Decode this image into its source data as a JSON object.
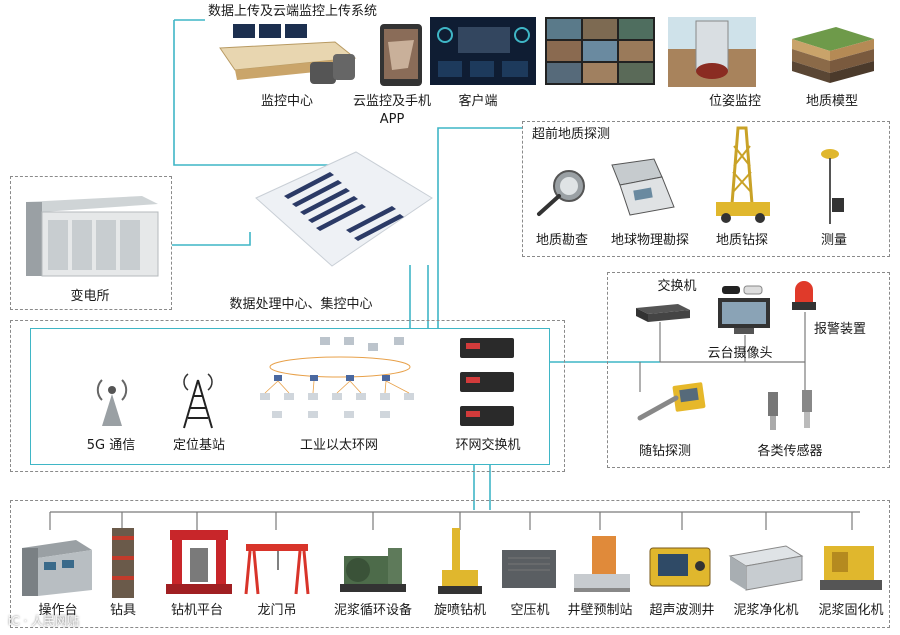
{
  "colors": {
    "link": "#3fb6c6",
    "dash": "#8a8a8a",
    "gray_line": "#7a7a7a",
    "screen_dark": "#142236",
    "rack": "#2b3a66"
  },
  "top": {
    "title": "数据上传及云端监控上传系统",
    "items": [
      {
        "label": "监控中心",
        "icon": "control-desk-icon"
      },
      {
        "label": "云监控及手机",
        "label2": "APP",
        "icon": "tablet-icon"
      },
      {
        "label": "客户端",
        "icon": "dashboard-screen-icon"
      },
      {
        "label": "",
        "icon": "video-wall-icon"
      },
      {
        "label": "位姿监控",
        "icon": "borehole-pose-icon"
      },
      {
        "label": "地质模型",
        "icon": "geology-model-icon"
      }
    ]
  },
  "substation": {
    "label": "变电所",
    "icon": "substation-icon"
  },
  "datacenter": {
    "label": "数据处理中心、集控中心",
    "icon": "server-room-icon"
  },
  "geo": {
    "title": "超前地质探测",
    "items": [
      {
        "label": "地质勘查",
        "icon": "compass-icon"
      },
      {
        "label": "地球物理勘探",
        "icon": "geophysics-instrument-icon"
      },
      {
        "label": "地质钻探",
        "icon": "drill-rig-icon"
      },
      {
        "label": "测量",
        "icon": "gnss-survey-icon"
      }
    ]
  },
  "network": {
    "items": [
      {
        "label": "5G 通信",
        "icon": "5g-antenna-icon"
      },
      {
        "label": "定位基站",
        "icon": "radio-tower-icon"
      },
      {
        "label": "工业以太环网",
        "icon": "ethernet-ring-diagram-icon"
      },
      {
        "label": "环网交换机",
        "icon": "ring-switch-icon"
      }
    ]
  },
  "devices": {
    "items": [
      {
        "label": "交换机",
        "icon": "network-switch-icon"
      },
      {
        "label": "云台摄像头",
        "icon": "ptz-camera-icon"
      },
      {
        "label": "报警装置",
        "icon": "alarm-light-icon"
      },
      {
        "label": "随钻探测",
        "icon": "mwd-probe-icon"
      },
      {
        "label": "各类传感器",
        "icon": "sensor-icon"
      }
    ]
  },
  "equipment": {
    "items": [
      {
        "label": "操作台",
        "icon": "console-icon"
      },
      {
        "label": "钻具",
        "icon": "drill-tool-icon"
      },
      {
        "label": "钻机平台",
        "icon": "drill-platform-icon"
      },
      {
        "label": "龙门吊",
        "icon": "gantry-crane-icon"
      },
      {
        "label": "泥浆循环设备",
        "icon": "mud-pump-icon"
      },
      {
        "label": "旋喷钻机",
        "icon": "jet-grouting-rig-icon"
      },
      {
        "label": "空压机",
        "icon": "air-compressor-icon"
      },
      {
        "label": "井壁预制站",
        "icon": "prefab-station-icon"
      },
      {
        "label": "超声波测井",
        "icon": "ultrasonic-logger-icon"
      },
      {
        "label": "泥浆净化机",
        "icon": "mud-purifier-icon"
      },
      {
        "label": "泥浆固化机",
        "icon": "mud-solidifier-icon"
      }
    ]
  },
  "watermark": "iC · 人民网贴"
}
